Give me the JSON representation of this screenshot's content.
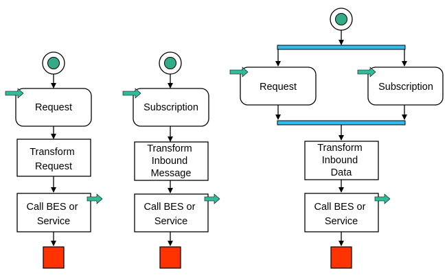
{
  "colors": {
    "start_outer": "#ffffff",
    "start_inner": "#33aa88",
    "end_node": "#ff3300",
    "sync_bar": "#33bbee",
    "signal_arrow": "#33bb99",
    "box_fill": "#ffffff",
    "stroke": "#000000"
  },
  "diagram": {
    "flow_request": {
      "node_request": "Request",
      "node_transform": [
        "Transform",
        "Request"
      ],
      "node_call": [
        "Call BES or",
        "Service"
      ]
    },
    "flow_subscription": {
      "node_subscription": "Subscription",
      "node_transform": [
        "Transform",
        "Inbound",
        "Message"
      ],
      "node_call": [
        "Call BES or",
        "Service"
      ]
    },
    "flow_combined": {
      "node_request": "Request",
      "node_subscription": "Subscription",
      "node_transform": [
        "Transform",
        "Inbound",
        "Data"
      ],
      "node_call": [
        "Call BES or",
        "Service"
      ]
    }
  }
}
